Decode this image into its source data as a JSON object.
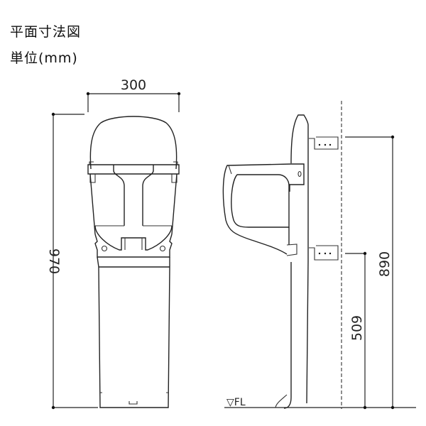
{
  "header": {
    "title": "平面寸法図",
    "unit": "単位(mm)"
  },
  "dimensions": {
    "width": "300",
    "total_height": "970",
    "upper_bracket_height": "890",
    "lower_bracket_height": "509"
  },
  "floor_label": "▽FL",
  "views": [
    "front-view",
    "side-view"
  ]
}
